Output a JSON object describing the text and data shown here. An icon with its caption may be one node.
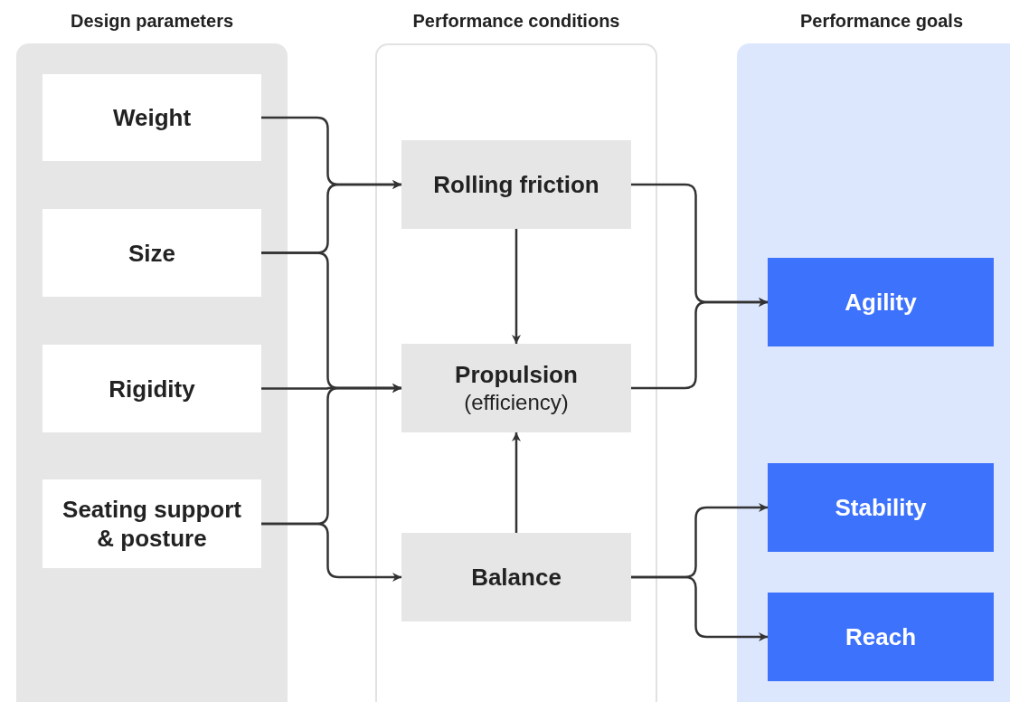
{
  "diagram": {
    "nodes": [
      {
        "text": [
          "Design parameters"
        ]
      },
      {
        "text": [
          "Weight"
        ],
        "in": 0
      },
      {
        "text": [
          "Size"
        ],
        "in": 0
      },
      {
        "text": [
          "Rigidity"
        ],
        "in": 0
      },
      {
        "text": [
          "Seating support & posture"
        ],
        "in": 0
      },
      {
        "text": [
          "Performance conditions"
        ]
      },
      {
        "text": [
          "Rolling friction"
        ],
        "in": 5
      },
      {
        "text": [
          "Propulsion",
          "(efficiency)"
        ],
        "in": 5
      },
      {
        "text": [
          "Balance"
        ],
        "in": 5
      },
      {
        "text": [
          "Performance goals"
        ]
      },
      {
        "text": [
          "Agility"
        ],
        "in": 9
      },
      {
        "text": [
          "Stability"
        ],
        "in": 9
      },
      {
        "text": [
          "Reach"
        ],
        "in": 9
      }
    ],
    "edges": [
      {
        "from": 1,
        "to": 6,
        "arrow": "to"
      },
      {
        "from": 2,
        "to": 6,
        "arrow": "to"
      },
      {
        "from": 2,
        "to": 7,
        "arrow": "to"
      },
      {
        "from": 3,
        "to": 7,
        "arrow": "to"
      },
      {
        "from": 4,
        "to": 7,
        "arrow": "to"
      },
      {
        "from": 4,
        "to": 8,
        "arrow": "to"
      },
      {
        "from": 6,
        "to": 7,
        "arrow": "to"
      },
      {
        "from": 8,
        "to": 7,
        "arrow": "to"
      },
      {
        "from": 6,
        "to": 10,
        "arrow": "to"
      },
      {
        "from": 7,
        "to": 10,
        "arrow": "to"
      },
      {
        "from": 8,
        "to": 11,
        "arrow": "to"
      },
      {
        "from": 8,
        "to": 12,
        "arrow": "to"
      }
    ]
  }
}
